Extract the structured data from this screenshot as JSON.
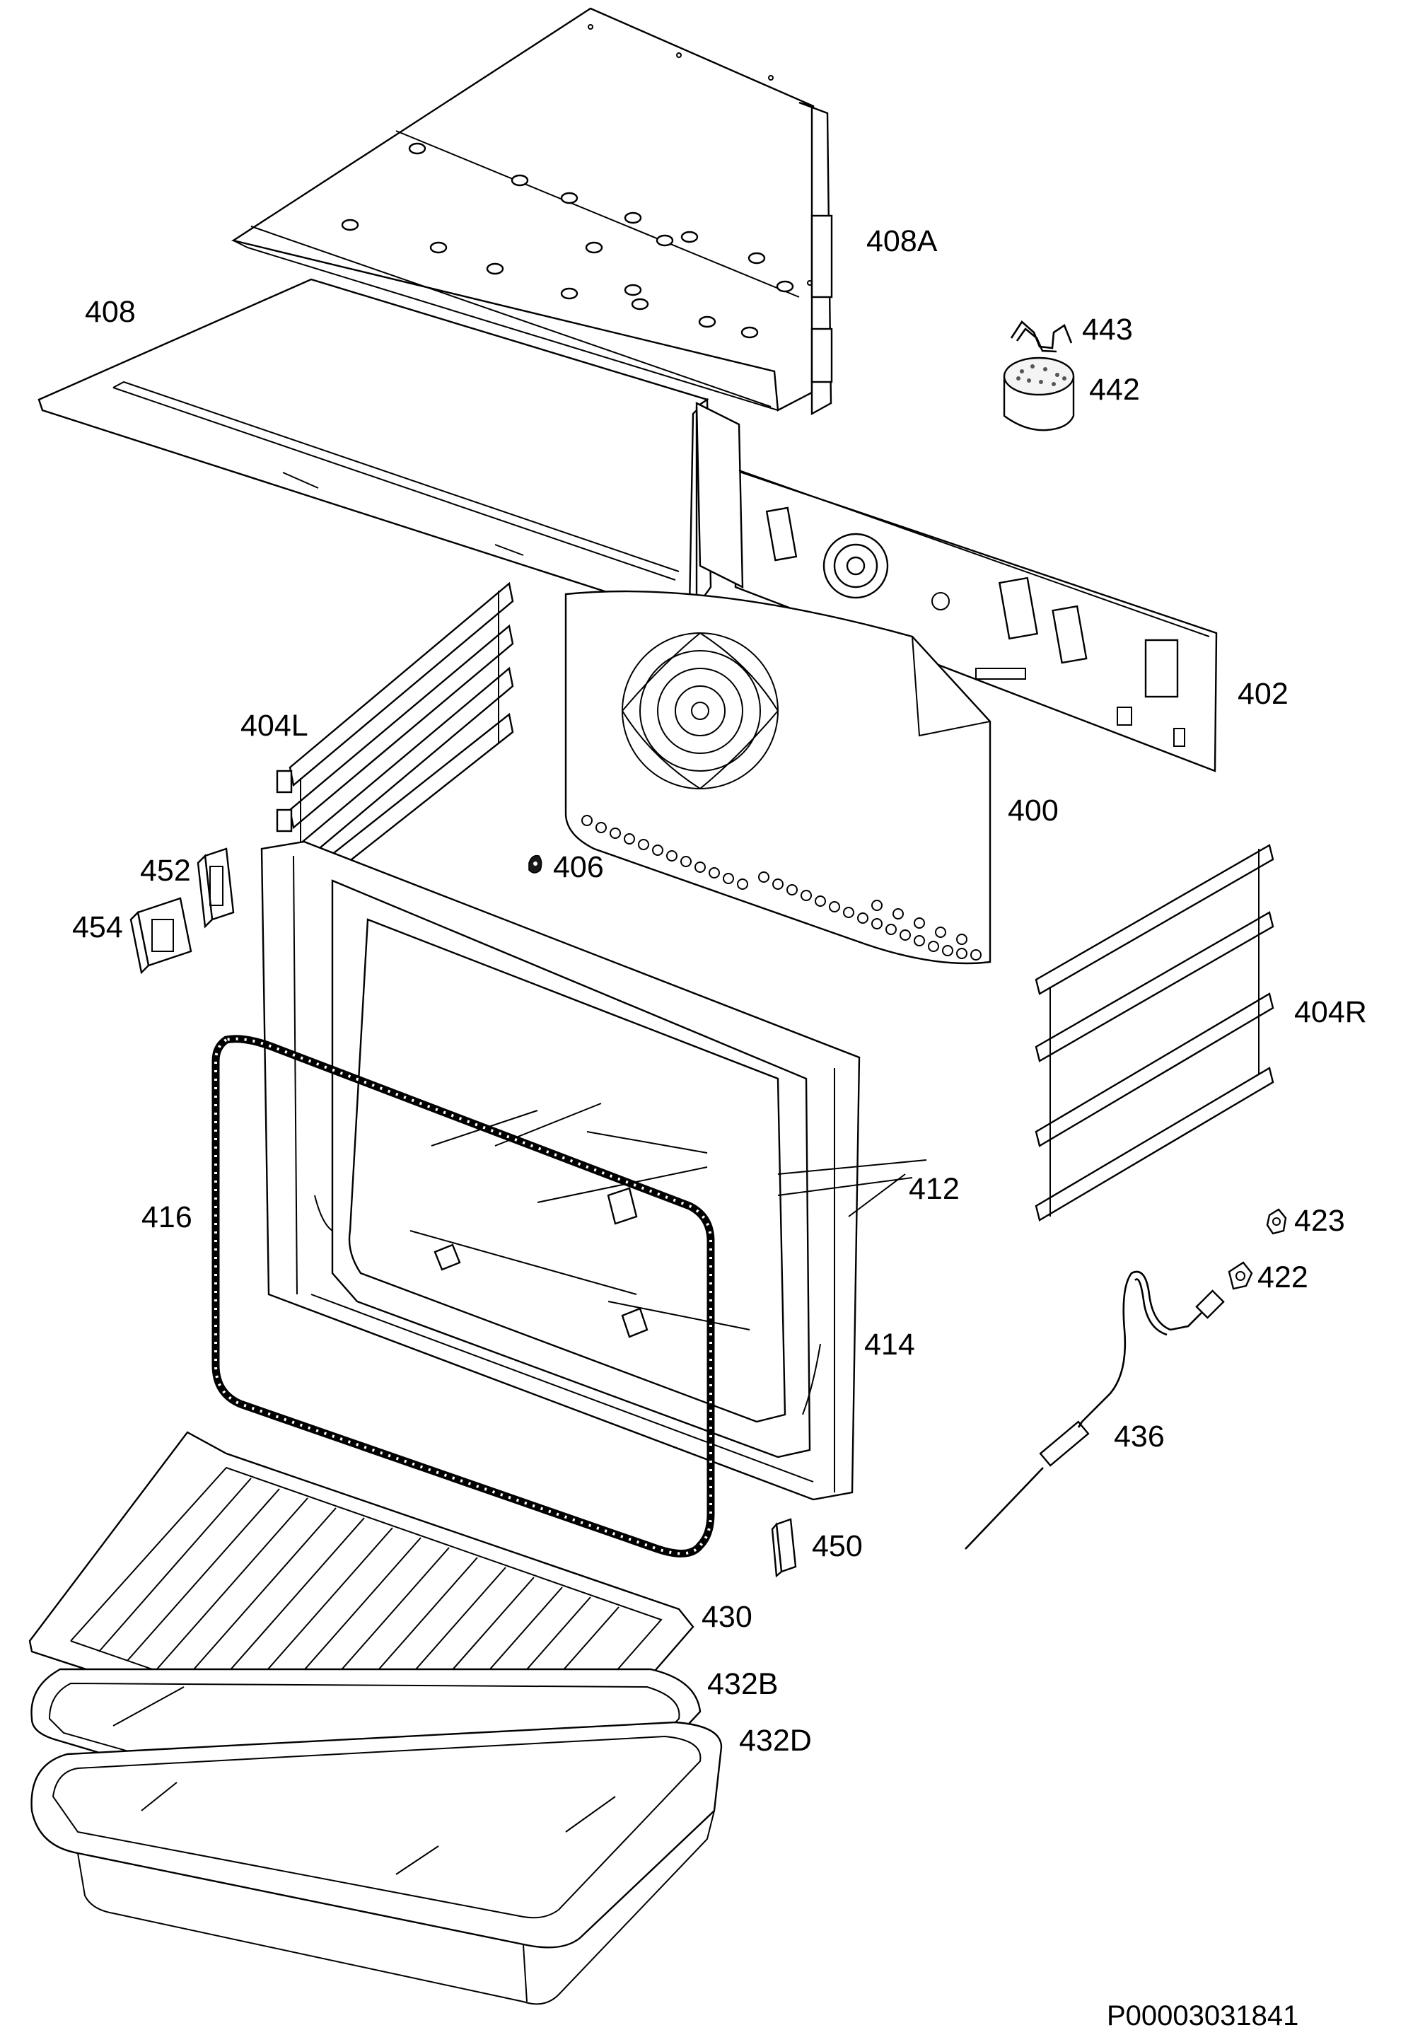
{
  "diagram": {
    "type": "exploded-parts-diagram",
    "parts": [
      {
        "id": "408A",
        "label": "408A"
      },
      {
        "id": "408",
        "label": "408"
      },
      {
        "id": "443",
        "label": "443"
      },
      {
        "id": "442",
        "label": "442"
      },
      {
        "id": "402",
        "label": "402"
      },
      {
        "id": "404L",
        "label": "404L"
      },
      {
        "id": "400",
        "label": "400"
      },
      {
        "id": "452",
        "label": "452"
      },
      {
        "id": "406",
        "label": "406"
      },
      {
        "id": "454",
        "label": "454"
      },
      {
        "id": "404R",
        "label": "404R"
      },
      {
        "id": "416",
        "label": "416"
      },
      {
        "id": "412",
        "label": "412"
      },
      {
        "id": "423",
        "label": "423"
      },
      {
        "id": "422",
        "label": "422"
      },
      {
        "id": "414",
        "label": "414"
      },
      {
        "id": "436",
        "label": "436"
      },
      {
        "id": "450",
        "label": "450"
      },
      {
        "id": "430",
        "label": "430"
      },
      {
        "id": "432B",
        "label": "432B"
      },
      {
        "id": "432D",
        "label": "432D"
      }
    ],
    "document_id": "P00003031841"
  }
}
